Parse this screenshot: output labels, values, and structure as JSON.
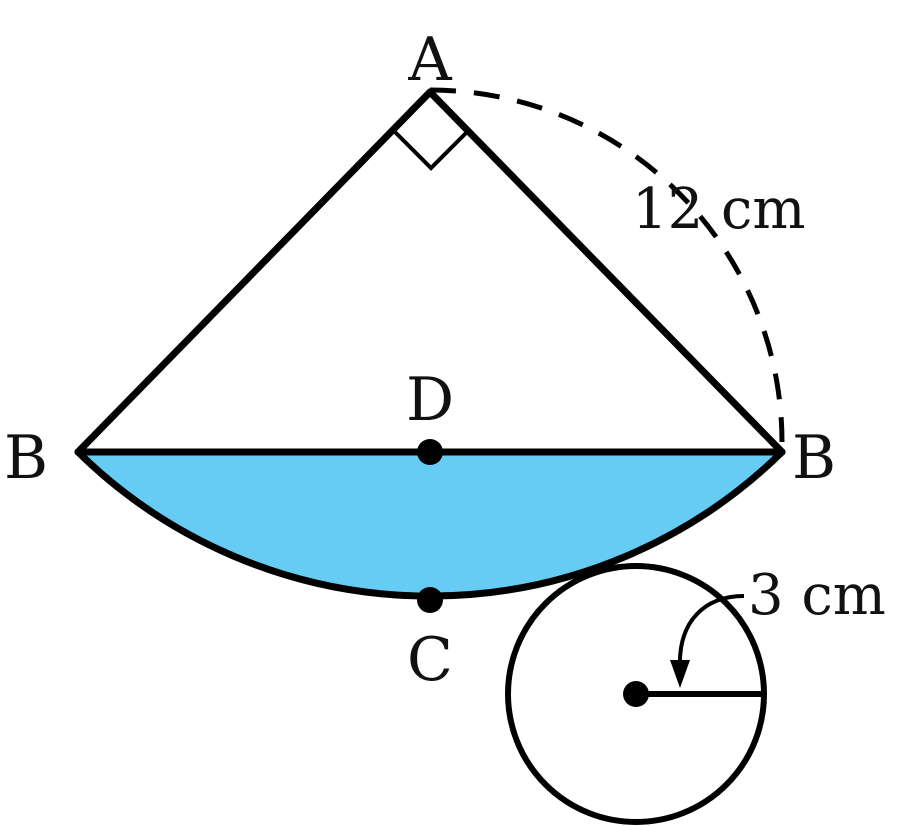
{
  "colors": {
    "stroke": "#000000",
    "segment_fill": "#66CCF4",
    "background": "#FFFFFF"
  },
  "labels": {
    "A": "A",
    "B_left": "B",
    "B_right": "B",
    "C": "C",
    "D": "D"
  },
  "measurements": {
    "radius_large": "12 cm",
    "radius_small": "3 cm"
  },
  "marks": {
    "right_angle_at": "A"
  }
}
